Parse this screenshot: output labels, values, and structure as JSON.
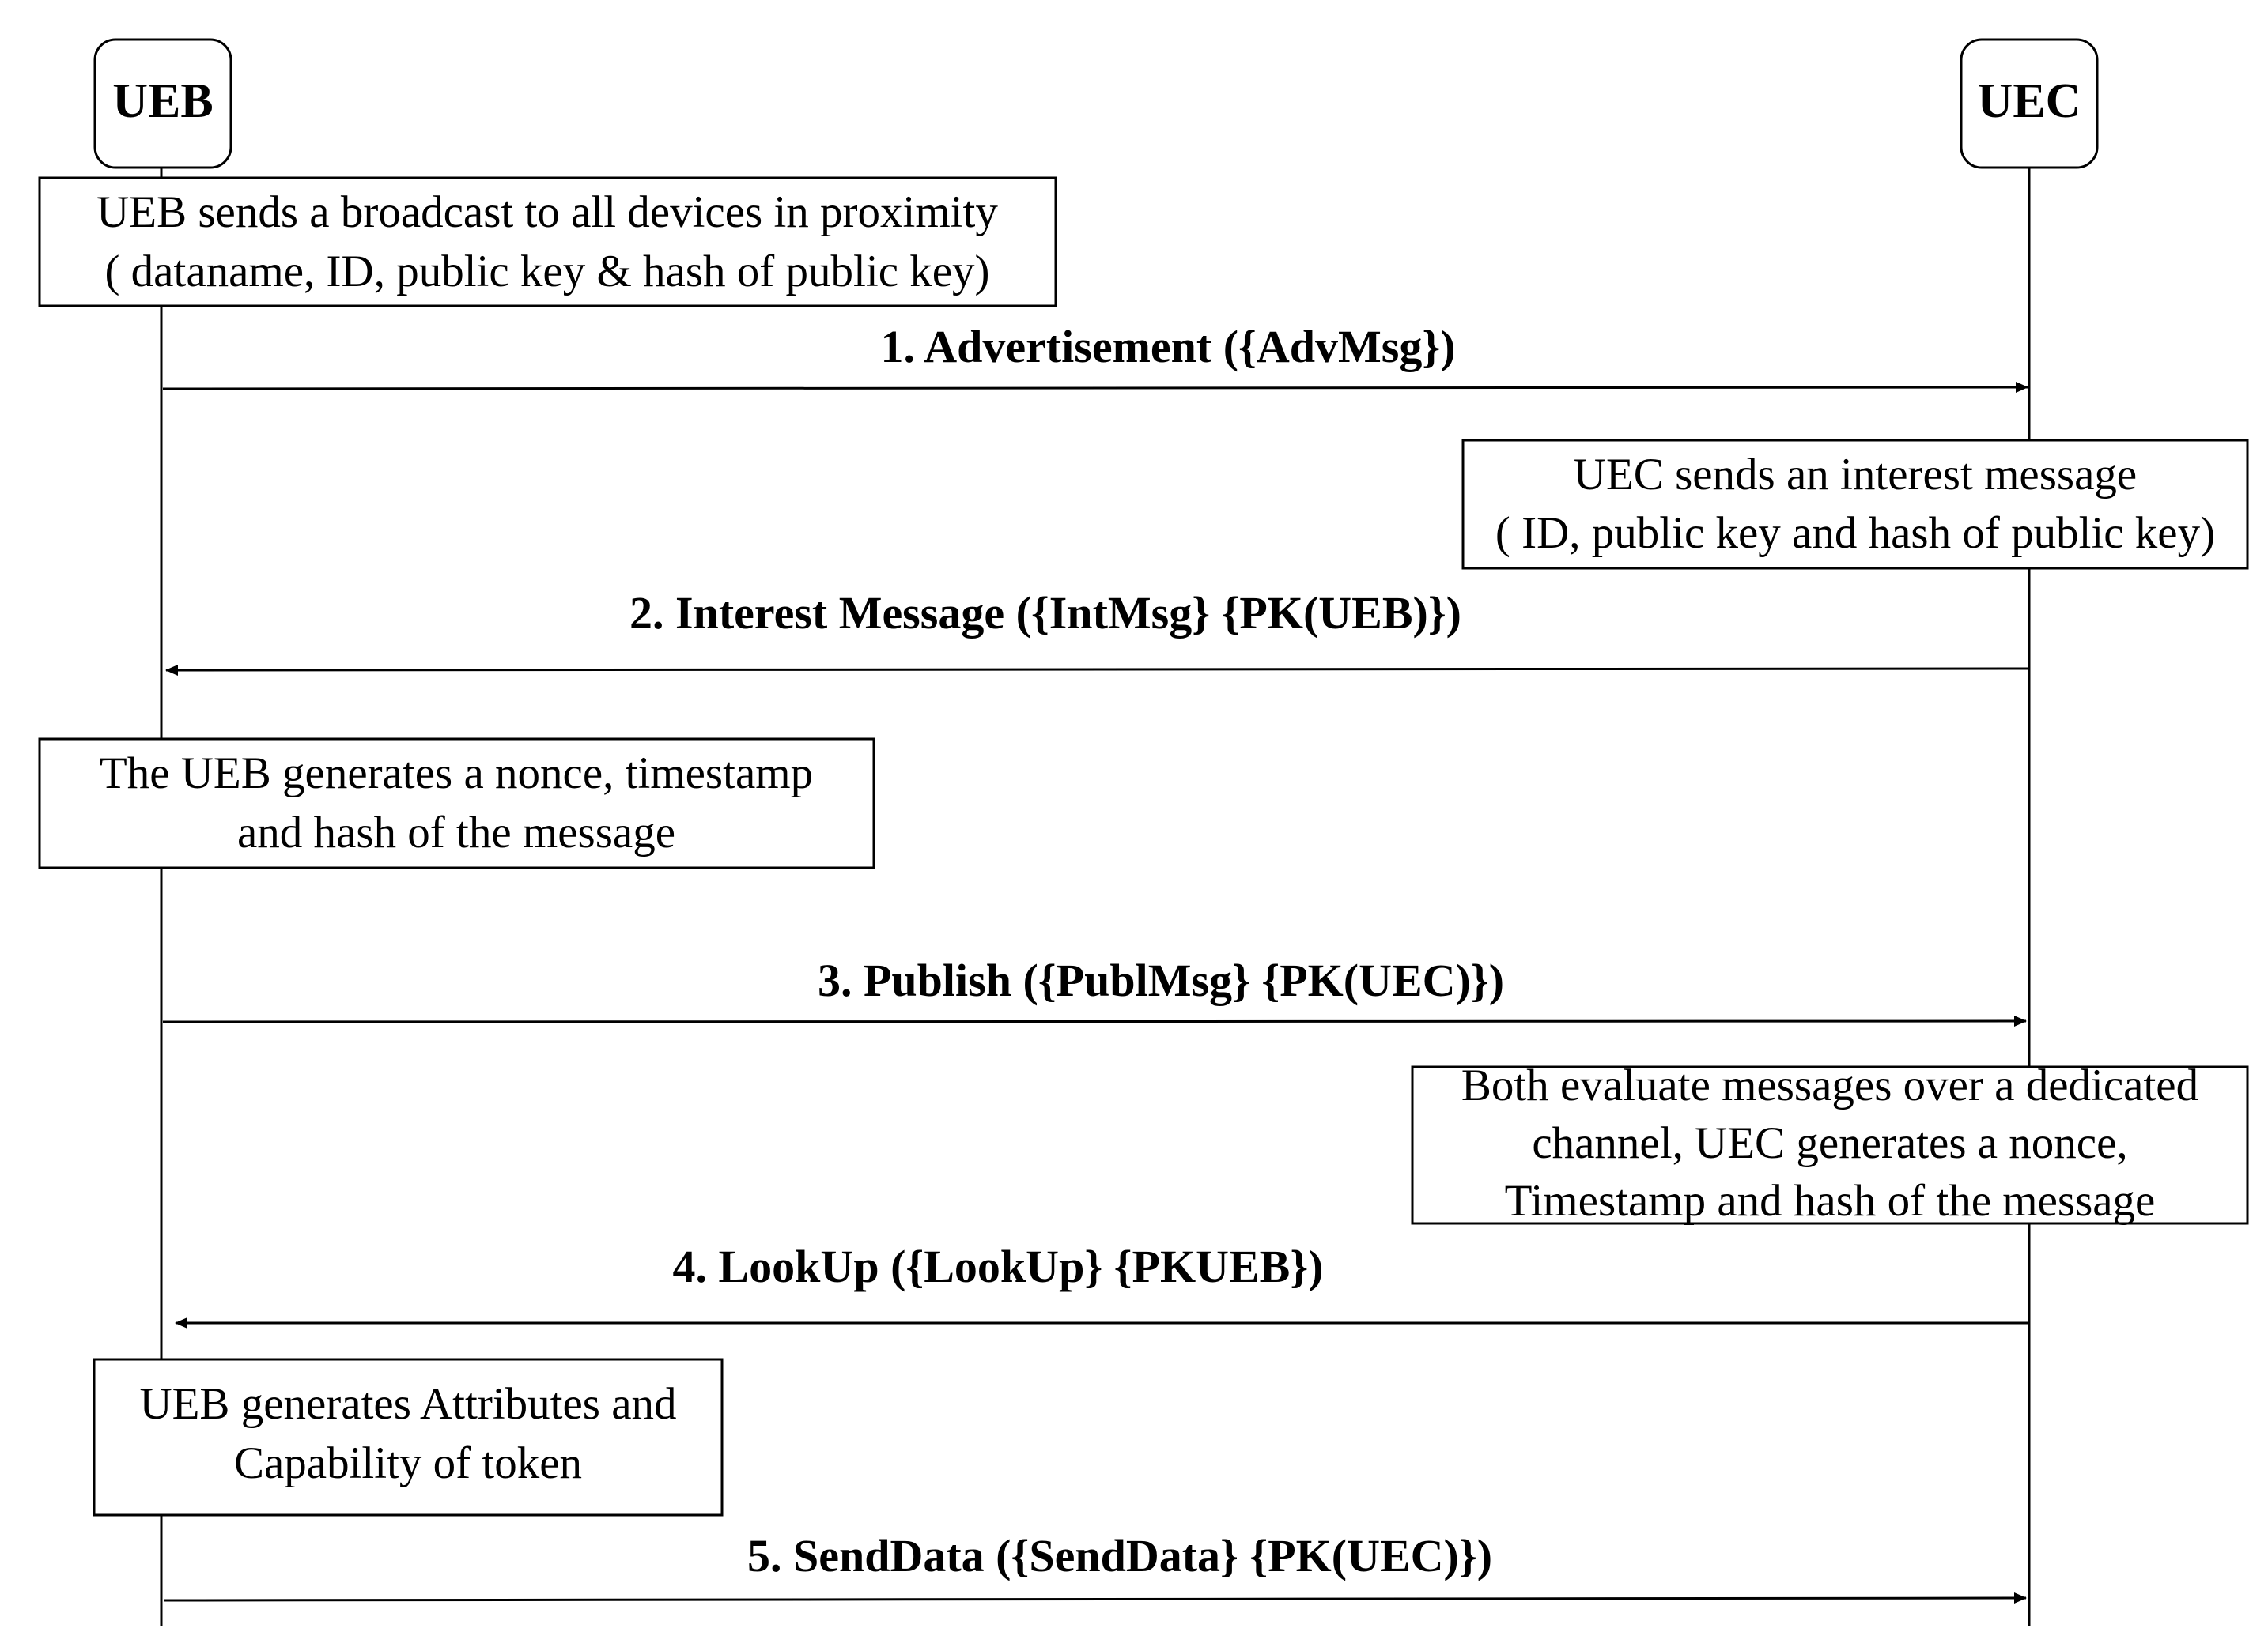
{
  "participants": {
    "ueb": {
      "label": "UEB"
    },
    "uec": {
      "label": "UEC"
    }
  },
  "notes": [
    {
      "lines": [
        "UEB sends a broadcast to all devices in proximity",
        "( dataname,  ID, public key & hash of public key)"
      ]
    },
    {
      "lines": [
        "UEC sends an interest message",
        "( ID, public key and hash of public key)"
      ]
    },
    {
      "lines": [
        "The UEB generates a nonce, timestamp",
        "and hash of the message"
      ]
    },
    {
      "lines": [
        "Both evaluate messages over a dedicated",
        "channel, UEC generates a nonce,",
        "Timestamp and hash of the message"
      ]
    },
    {
      "lines": [
        "UEB generates Attributes and",
        "Capability  of token"
      ]
    }
  ],
  "messages": [
    {
      "label": "1. Advertisement ({AdvMsg})",
      "from": "UEB",
      "to": "UEC"
    },
    {
      "label": "2. Interest Message ({IntMsg} {PK(UEB)})",
      "from": "UEC",
      "to": "UEB"
    },
    {
      "label": "3. Publish ({PublMsg} {PK(UEC)})",
      "from": "UEB",
      "to": "UEC"
    },
    {
      "label": "4. LookUp ({LookUp} {PKUEB})",
      "from": "UEC",
      "to": "UEB"
    },
    {
      "label": "5. SendData ({SendData} {PK(UEC)})",
      "from": "UEB",
      "to": "UEC"
    }
  ]
}
